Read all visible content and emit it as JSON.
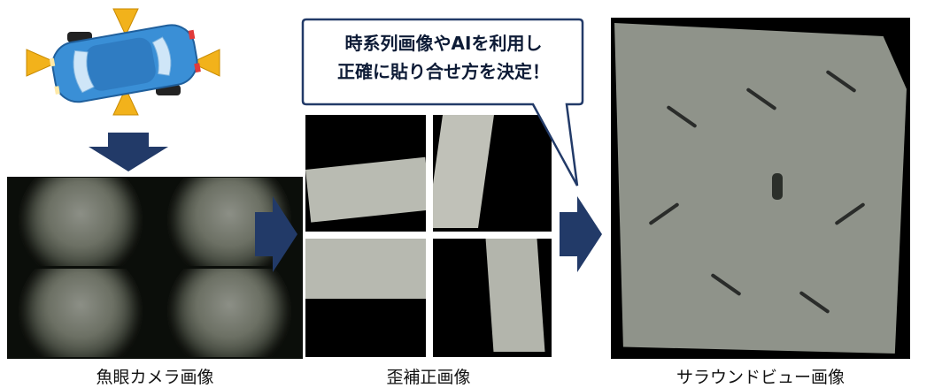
{
  "bubble": {
    "line1": "時系列画像やAIを利用し",
    "line2": "正確に貼り合せ方を決定！"
  },
  "captions": {
    "fisheye": "魚眼カメラ画像",
    "undistorted": "歪補正画像",
    "surround": "サラウンドビュー画像"
  },
  "colors": {
    "arrow": "#223a68",
    "car_body": "#3a8fd6",
    "camera_marker": "#f2b21b"
  }
}
